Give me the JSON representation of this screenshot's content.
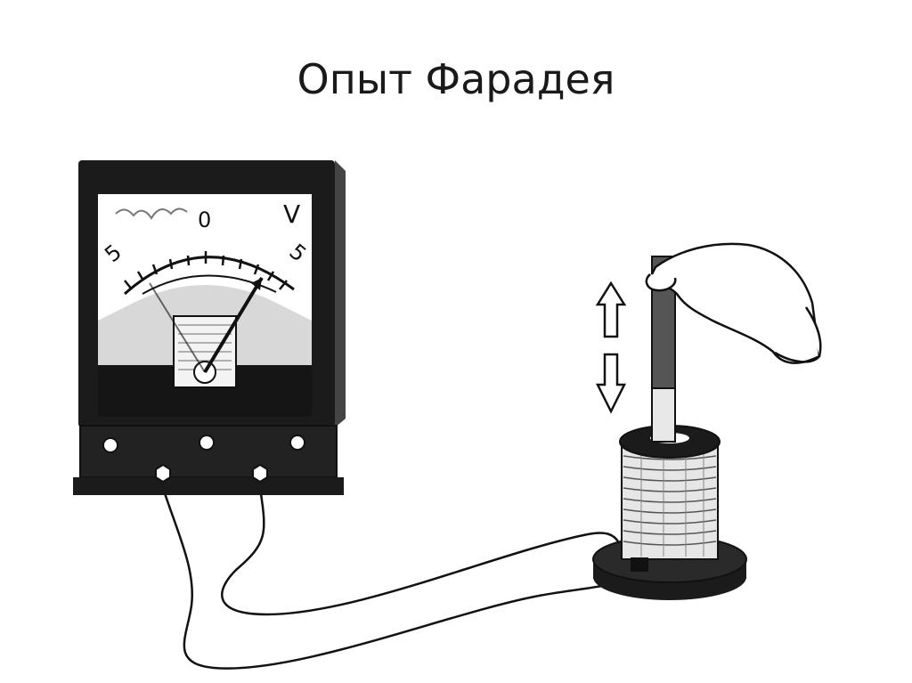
{
  "slide": {
    "title": "Опыт Фарадея"
  },
  "voltmeter": {
    "scale_labels": [
      "5",
      "0",
      "5"
    ],
    "unit": "V",
    "needle_position": "deflected right"
  },
  "icons": {
    "up_arrow": "arrow-up-icon",
    "down_arrow": "arrow-down-icon"
  },
  "colors": {
    "ink": "#111111",
    "dark_fill": "#1b1b1b",
    "magnet_dark": "#555555",
    "magnet_light": "#e8e8e8",
    "background": "#ffffff"
  }
}
